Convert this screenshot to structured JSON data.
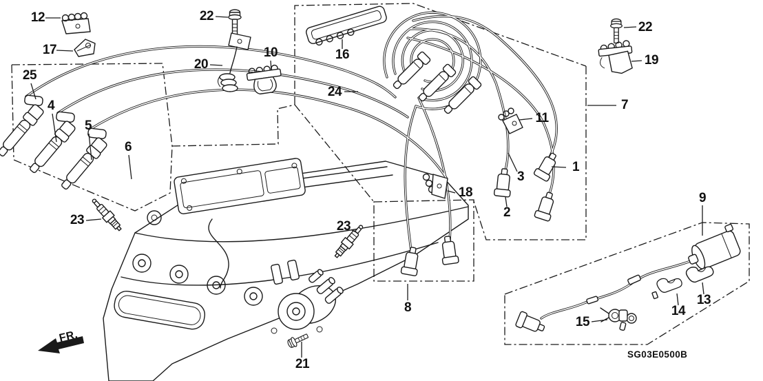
{
  "diagram": {
    "code": "SG03E0500B",
    "fr_label": "FR.",
    "callouts": {
      "1": "1",
      "2": "2",
      "3": "3",
      "4": "4",
      "5": "5",
      "6": "6",
      "7": "7",
      "8": "8",
      "9": "9",
      "10": "10",
      "11": "11",
      "12": "12",
      "13": "13",
      "14": "14",
      "15": "15",
      "16": "16",
      "17": "17",
      "18": "18",
      "19": "19",
      "20": "20",
      "21": "21",
      "22": "22",
      "23": "23",
      "24": "24",
      "25": "25"
    }
  }
}
